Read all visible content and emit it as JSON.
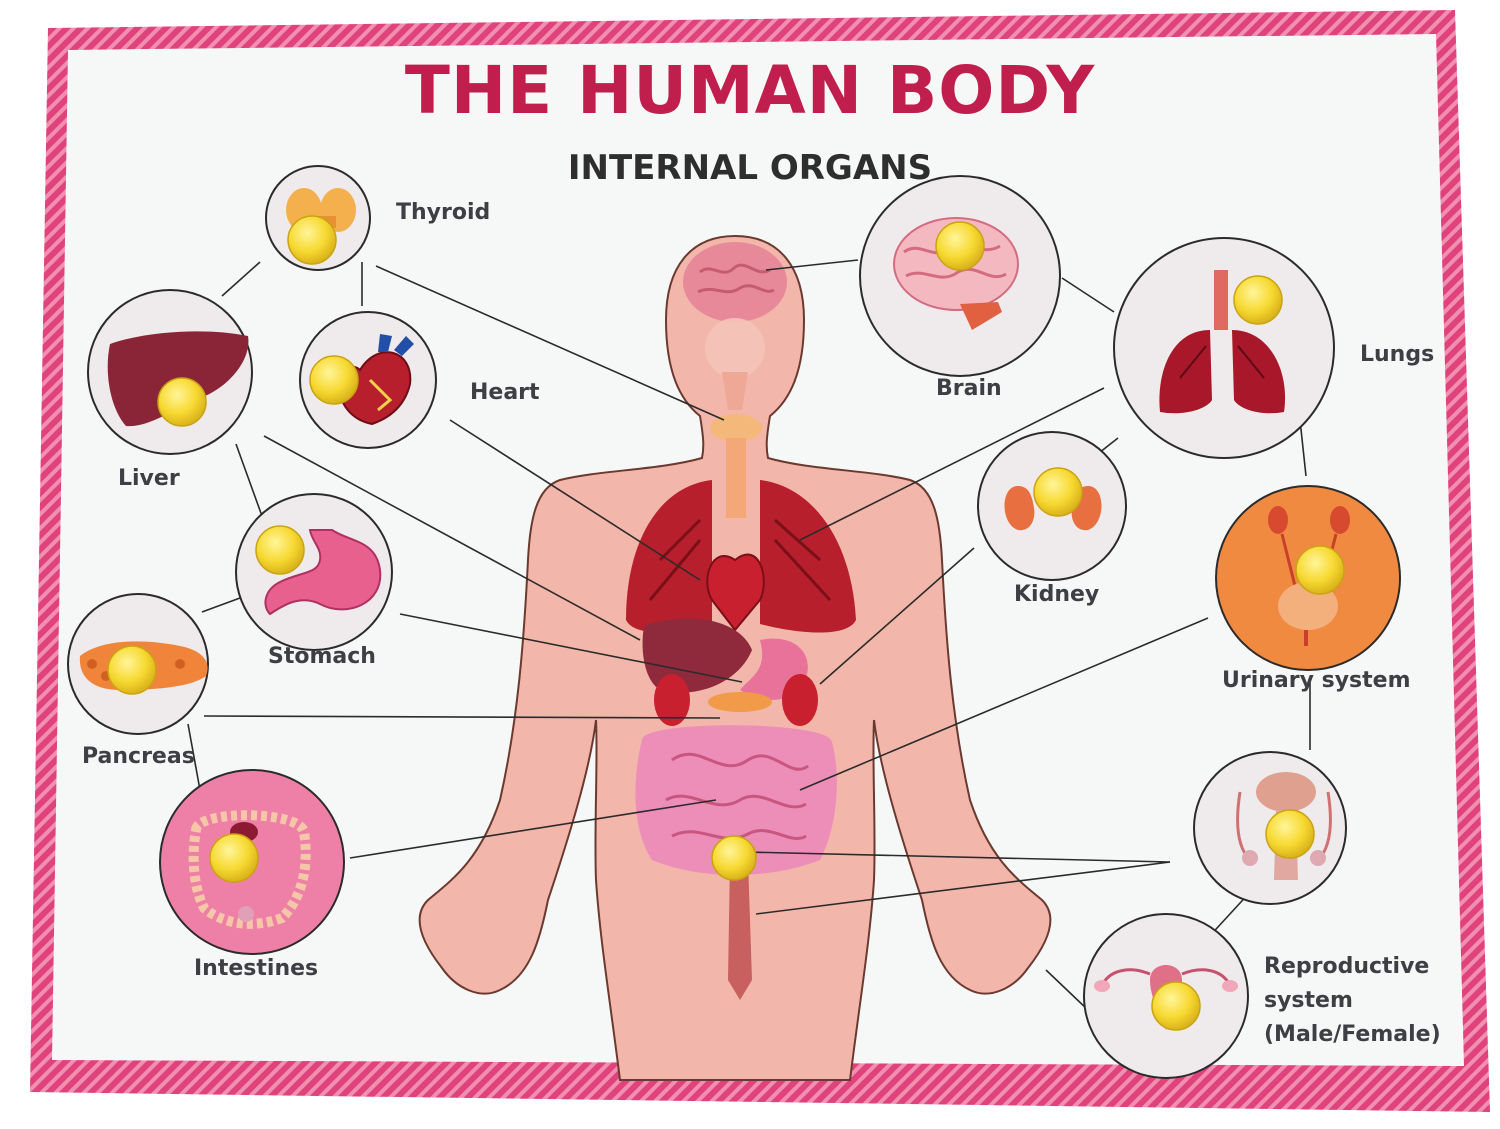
{
  "title": "THE HUMAN BODY",
  "subtitle": "INTERNAL ORGANS",
  "labels": {
    "thyroid": "Thyroid",
    "heart": "Heart",
    "liver": "Liver",
    "stomach": "Stomach",
    "pancreas": "Pancreas",
    "intestines": "Intestines",
    "brain": "Brain",
    "lungs": "Lungs",
    "kidney": "Kidney",
    "urinary": "Urinary system",
    "reproductive": "Reproductive\nsystem\n(Male/Female)"
  },
  "colors": {
    "frame": "#e0427c",
    "title": "#c01e4c",
    "body": "#f3b6ab",
    "knob": "#f7d932",
    "organ_red": "#b81f2c"
  },
  "icons": [
    "thyroid-icon",
    "heart-icon",
    "liver-icon",
    "stomach-icon",
    "pancreas-icon",
    "intestines-icon",
    "brain-icon",
    "lungs-icon",
    "kidney-icon",
    "urinary-icon",
    "male-reproductive-icon",
    "female-reproductive-icon",
    "peg-knob-icon"
  ]
}
